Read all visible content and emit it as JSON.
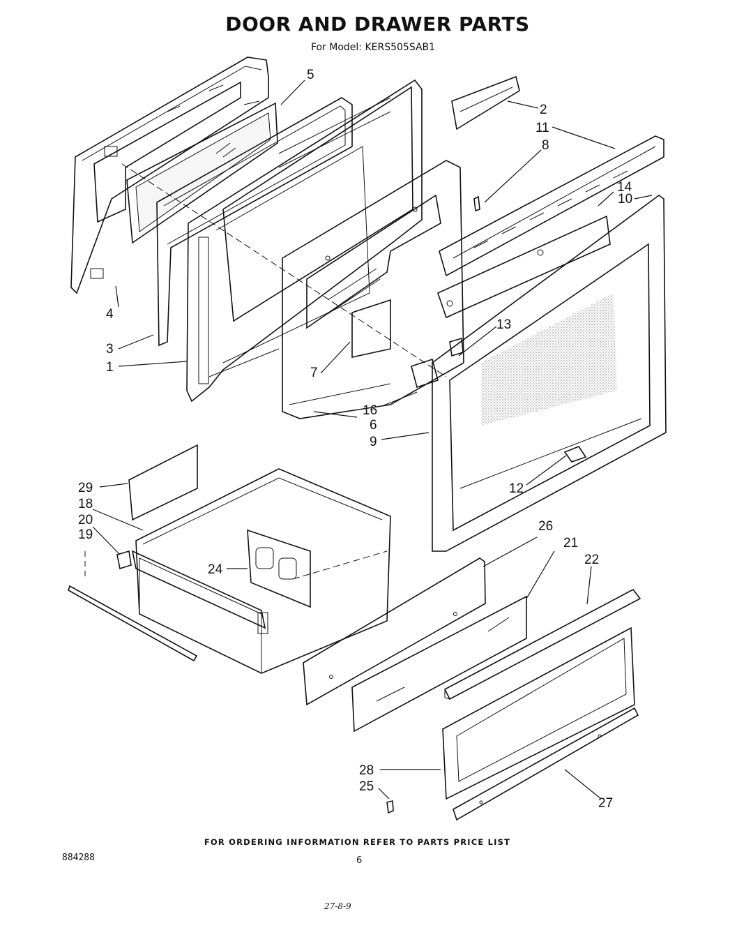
{
  "title": "DOOR AND DRAWER PARTS",
  "subtitle": "For Model: KERS505SAB1",
  "footer_note": "FOR ORDERING INFORMATION REFER TO PARTS PRICE LIST",
  "doc_number": "884288",
  "page_number": "6",
  "handwritten_mark": "27-8-9",
  "callouts": [
    "1",
    "2",
    "3",
    "4",
    "5",
    "6",
    "7",
    "8",
    "9",
    "10",
    "11",
    "12",
    "13",
    "14",
    "16",
    "18",
    "19",
    "20",
    "21",
    "22",
    "24",
    "25",
    "26",
    "27",
    "28",
    "29"
  ]
}
